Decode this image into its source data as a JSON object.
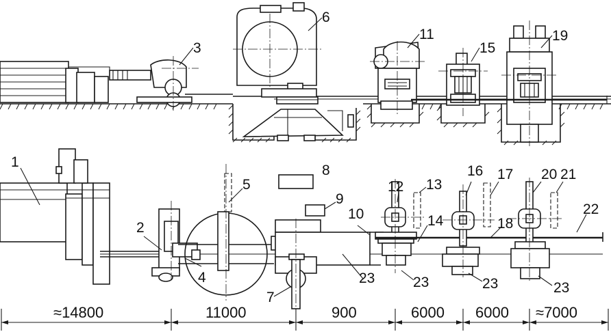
{
  "diagram": {
    "top_view_labels": [
      "3",
      "6",
      "11",
      "15",
      "19"
    ],
    "plan_view_labels": [
      "1",
      "2",
      "4",
      "5",
      "7",
      "8",
      "9",
      "10",
      "12",
      "13",
      "14",
      "16",
      "17",
      "18",
      "20",
      "21",
      "22",
      "23",
      "23",
      "23",
      "23"
    ],
    "dimensions": [
      "≈14800",
      "11000",
      "900",
      "6000",
      "6000",
      "≈7000"
    ]
  }
}
